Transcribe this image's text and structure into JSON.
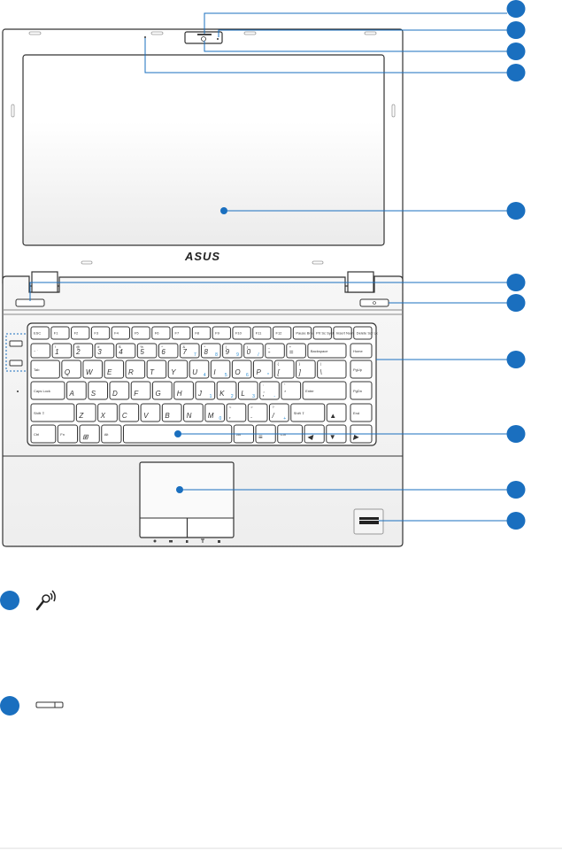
{
  "brand": {
    "logo_text": "ASUS"
  },
  "colors": {
    "callout": "#1a6fbf",
    "outline": "#333333",
    "function_accent": "#2a8fd6",
    "palm_rest": "#f2f2f2"
  },
  "legend": [
    {
      "icon": "microphone-icon"
    },
    {
      "icon": "touchpad-button-icon"
    }
  ],
  "keyboard": {
    "rows": [
      [
        {
          "m": "ESC"
        },
        {
          "m": "F1"
        },
        {
          "m": "F2"
        },
        {
          "m": "F3"
        },
        {
          "m": "F4"
        },
        {
          "m": "F5"
        },
        {
          "m": "F6"
        },
        {
          "m": "F7"
        },
        {
          "m": "F8"
        },
        {
          "m": "F9"
        },
        {
          "m": "F10"
        },
        {
          "m": "F11"
        },
        {
          "m": "F12"
        },
        {
          "m": "Pause Break"
        },
        {
          "m": "Prt Sc SysRq"
        },
        {
          "m": "Insert Num Lk"
        },
        {
          "m": "Delete Scr Lk"
        }
      ],
      [
        {
          "m": "~ `"
        },
        {
          "m": "1",
          "t": "!"
        },
        {
          "m": "2",
          "t": "@"
        },
        {
          "m": "3",
          "t": "#"
        },
        {
          "m": "4",
          "t": "$"
        },
        {
          "m": "5",
          "t": "%"
        },
        {
          "m": "6",
          "t": "^"
        },
        {
          "m": "7",
          "t": "&",
          "s": "7"
        },
        {
          "m": "8",
          "t": "*",
          "s": "8"
        },
        {
          "m": "9",
          "t": "(",
          "s": "9"
        },
        {
          "m": "0",
          "t": ")",
          "s": "/"
        },
        {
          "m": "-",
          "t": "_"
        },
        {
          "m": "=",
          "t": "+"
        },
        {
          "m": "Backspace"
        },
        {
          "m": "Home"
        }
      ],
      [
        {
          "m": "Tab"
        },
        {
          "m": "Q"
        },
        {
          "m": "W"
        },
        {
          "m": "E"
        },
        {
          "m": "R"
        },
        {
          "m": "T"
        },
        {
          "m": "Y"
        },
        {
          "m": "U",
          "s": "4"
        },
        {
          "m": "I",
          "s": "5"
        },
        {
          "m": "O",
          "s": "6"
        },
        {
          "m": "P",
          "s": "*"
        },
        {
          "m": "[",
          "t": "{"
        },
        {
          "m": "]",
          "t": "}"
        },
        {
          "m": "\\",
          "t": "|"
        },
        {
          "m": "PgUp"
        }
      ],
      [
        {
          "m": "Caps Lock"
        },
        {
          "m": "A"
        },
        {
          "m": "S"
        },
        {
          "m": "D"
        },
        {
          "m": "F"
        },
        {
          "m": "G"
        },
        {
          "m": "H"
        },
        {
          "m": "J",
          "s": "1"
        },
        {
          "m": "K",
          "s": "2"
        },
        {
          "m": "L",
          "s": "3"
        },
        {
          "m": ";",
          "t": ":",
          "s": "-"
        },
        {
          "m": "'",
          "t": "\""
        },
        {
          "m": "Enter"
        },
        {
          "m": "PgDn"
        }
      ],
      [
        {
          "m": "Shift ⇧"
        },
        {
          "m": "Z"
        },
        {
          "m": "X"
        },
        {
          "m": "C"
        },
        {
          "m": "V"
        },
        {
          "m": "B"
        },
        {
          "m": "N"
        },
        {
          "m": "M",
          "s": "0"
        },
        {
          "m": ",",
          "t": "<"
        },
        {
          "m": ".",
          "t": ">"
        },
        {
          "m": "/",
          "t": "?",
          "s": "+"
        },
        {
          "m": "Shift ⇧"
        },
        {
          "m": "▲"
        },
        {
          "m": "End"
        }
      ],
      [
        {
          "m": "Ctrl"
        },
        {
          "m": "Fn"
        },
        {
          "m": "⊞"
        },
        {
          "m": "Alt"
        },
        {
          "m": ""
        },
        {
          "m": "Alt"
        },
        {
          "m": "≡"
        },
        {
          "m": "Ctrl"
        },
        {
          "m": "◀"
        },
        {
          "m": "▼"
        },
        {
          "m": "▶"
        }
      ]
    ]
  }
}
